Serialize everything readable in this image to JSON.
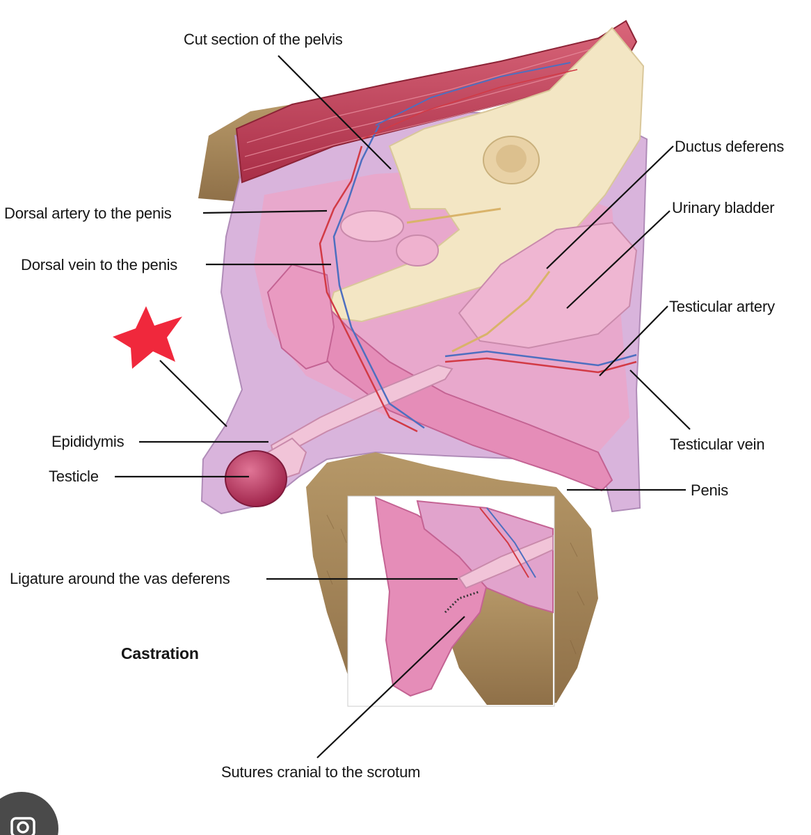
{
  "labels": {
    "cut_pelvis": "Cut section of the pelvis",
    "ductus_deferens": "Ductus deferens",
    "urinary_bladder": "Urinary bladder",
    "dorsal_artery": "Dorsal artery to the penis",
    "dorsal_vein": "Dorsal vein to the penis",
    "testicular_artery": "Testicular artery",
    "testicular_vein": "Testicular vein",
    "epididymis": "Epididymis",
    "testicle": "Testicle",
    "penis": "Penis",
    "ligature": "Ligature around the vas deferens",
    "castration": "Castration",
    "sutures": "Sutures cranial to the scrotum"
  },
  "icons": {
    "marker": "red-star-marker-icon",
    "lens": "camera-lens-icon"
  },
  "colors": {
    "muscle": "#b8374f",
    "bone": "#f3e6c4",
    "tissue": "#e7a6c8",
    "skin_fur": "#a88a5c",
    "artery": "#d23a45",
    "vein": "#4d6fc0",
    "marker": "#f0283c",
    "testicle": "#b8305a"
  }
}
